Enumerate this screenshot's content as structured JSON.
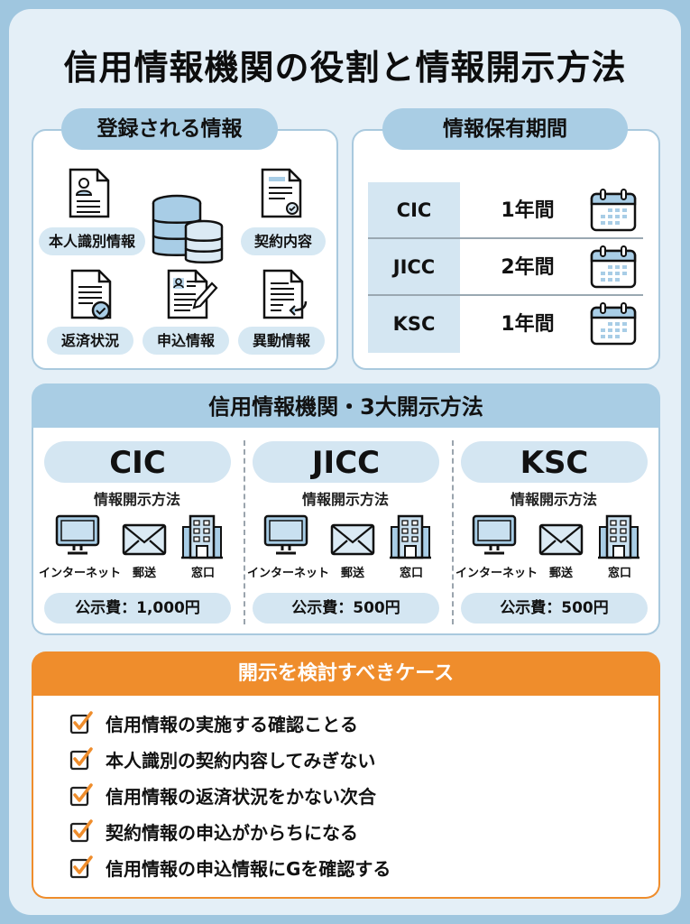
{
  "title": "信用情報機関の役割と情報開示方法",
  "registered": {
    "heading": "登録される情報",
    "items": [
      {
        "label": "本人識別情報",
        "icon": "person-document-icon"
      },
      {
        "label": "契約内容",
        "icon": "contract-document-icon"
      },
      {
        "label": "返済状況",
        "icon": "checked-document-icon"
      },
      {
        "label": "申込情報",
        "icon": "application-document-icon"
      },
      {
        "label": "異動情報",
        "icon": "change-document-icon"
      }
    ],
    "center_icon": "database-icon"
  },
  "retention": {
    "heading": "情報保有期間",
    "rows": [
      {
        "org": "CIC",
        "period": "1年間",
        "icon": "calendar-icon"
      },
      {
        "org": "JICC",
        "period": "2年間",
        "icon": "calendar-icon"
      },
      {
        "org": "KSC",
        "period": "1年間",
        "icon": "calendar-icon"
      }
    ]
  },
  "methods": {
    "heading": "信用情報機関・3大開示方法",
    "orgs": [
      {
        "name": "CIC",
        "subtitle": "情報開示方法",
        "channels": [
          "インターネット",
          "郵送",
          "窓口"
        ],
        "fee": "公示費：1,000円"
      },
      {
        "name": "JICC",
        "subtitle": "情報開示方法",
        "channels": [
          "インターネット",
          "郵送",
          "窓口"
        ],
        "fee": "公示費：500円"
      },
      {
        "name": "KSC",
        "subtitle": "情報開示方法",
        "channels": [
          "インターネット",
          "郵送",
          "窓口"
        ],
        "fee": "公示費：500円"
      }
    ],
    "channel_icons": [
      "computer-icon",
      "envelope-icon",
      "building-icon"
    ]
  },
  "cases": {
    "heading": "開示を検討すべきケース",
    "items": [
      "信用情報の実施する確認ことる",
      "本人識別の契約内容してみぎない",
      "信用情報の返済状況をかない次合",
      "契約情報の申込がからちになる",
      "信用情報の申込情報にGを確認する"
    ]
  },
  "colors": {
    "background": "#9fc6df",
    "panel": "#e4eff7",
    "accent_blue": "#a9cde4",
    "light_blue": "#d4e6f2",
    "accent_orange": "#ef8d2c"
  }
}
